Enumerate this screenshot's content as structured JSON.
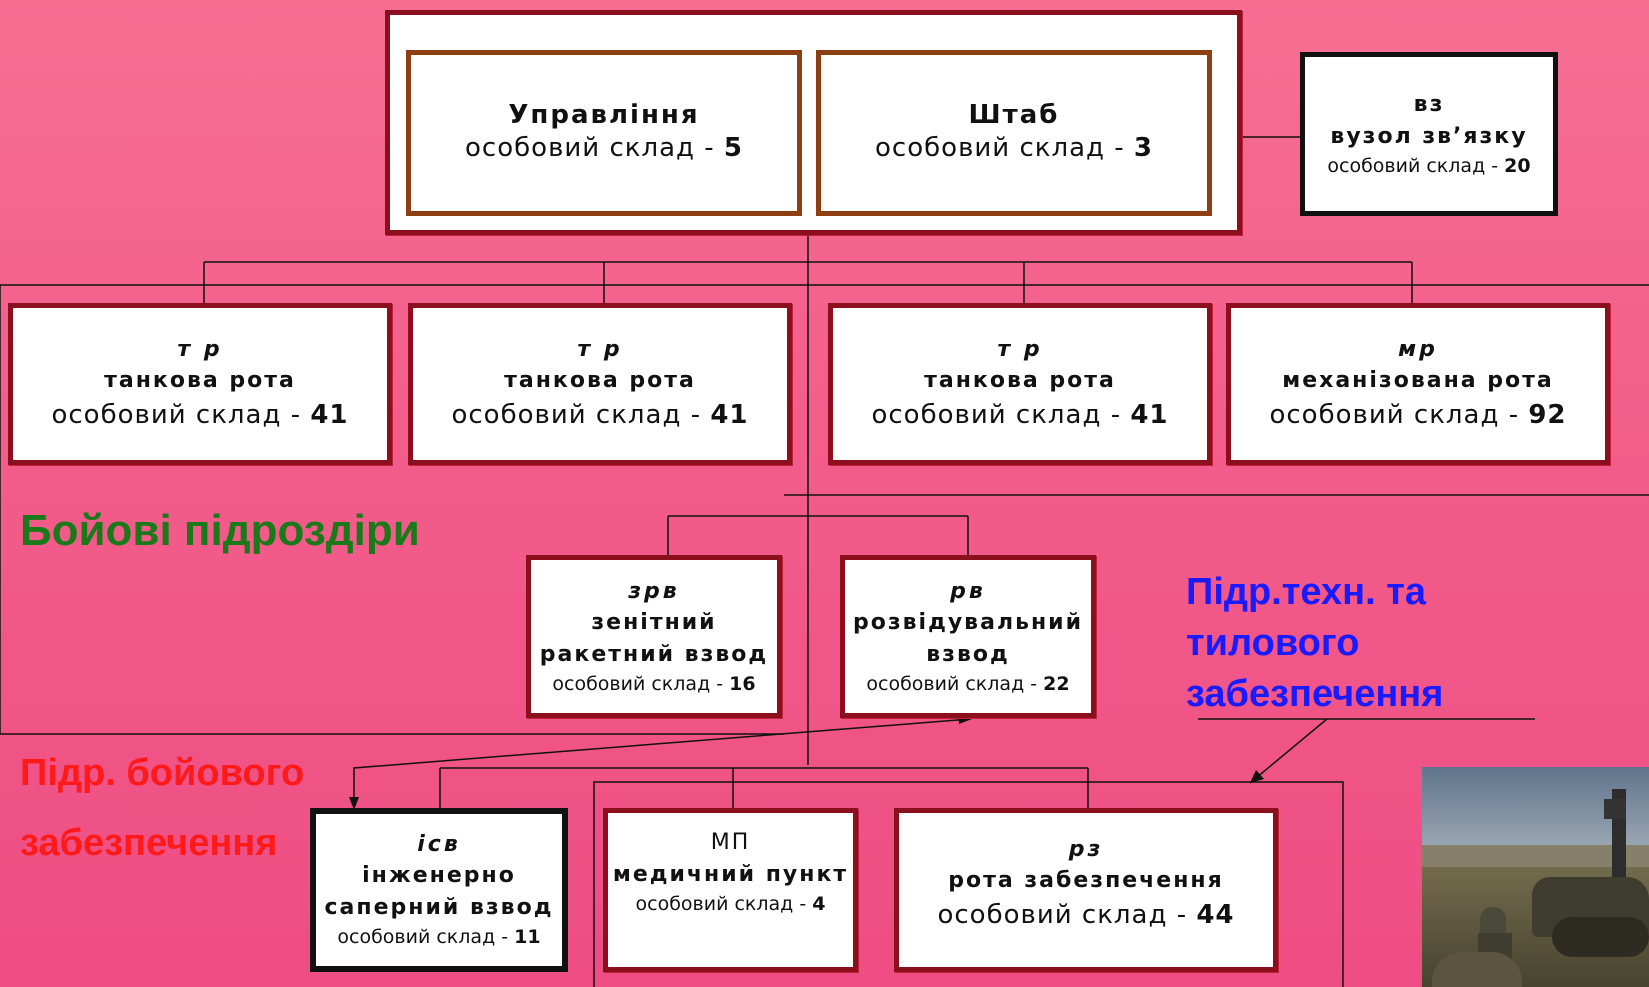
{
  "hq": {
    "command": {
      "name": "Управління",
      "staff": "особовий склад - ",
      "count": "5"
    },
    "staff_unit": {
      "name": "Штаб",
      "staff": "особовий склад - ",
      "count": "3"
    }
  },
  "comm_node": {
    "abbr": "вз",
    "name": "вузол зв’язку",
    "staff": "особовий склад - ",
    "count": "20"
  },
  "combat_units": [
    {
      "abbr": "т р",
      "name": "танкова рота",
      "staff": "особовий склад - ",
      "count": "41"
    },
    {
      "abbr": "т р",
      "name": "танкова рота",
      "staff": "особовий склад - ",
      "count": "41"
    },
    {
      "abbr": "т р",
      "name": "танкова рота",
      "staff": "особовий склад - ",
      "count": "41"
    },
    {
      "abbr": "мр",
      "name": "механізована рота",
      "staff": "особовий склад - ",
      "count": "92"
    }
  ],
  "platoons": [
    {
      "abbr": "зрв",
      "name1": "зенітний",
      "name2": "ракетний взвод",
      "staff": "особовий склад - ",
      "count": "16"
    },
    {
      "abbr": "рв",
      "name1": "розвідувальний",
      "name2": "взвод",
      "staff": "особовий склад - ",
      "count": "22"
    }
  ],
  "support_units": [
    {
      "abbr": "ісв",
      "name1": "інженерно",
      "name2": "саперний взвод",
      "staff": "особовий склад - ",
      "count": "11"
    },
    {
      "abbr": "МП",
      "name1": "медичний пункт",
      "staff": "особовий склад - ",
      "count": "4"
    },
    {
      "abbr": "рз",
      "name1": "рота забезпечення",
      "staff": "особовий склад - ",
      "count": "44"
    }
  ],
  "labels": {
    "combat": "Бойові підроздіри",
    "combat_support_1": "Підр. бойового",
    "combat_support_2": "забезпечення",
    "logistics_1": "Підр.техн. та",
    "logistics_2": "тилового",
    "logistics_3": "забезпечення"
  },
  "colors": {
    "combat_label": "#1a7a1a",
    "combat_support_label": "#ff1a1a",
    "logistics_label": "#1a1aff",
    "unit_border": "#8c0f1d",
    "hq_border": "#8e3f12"
  }
}
